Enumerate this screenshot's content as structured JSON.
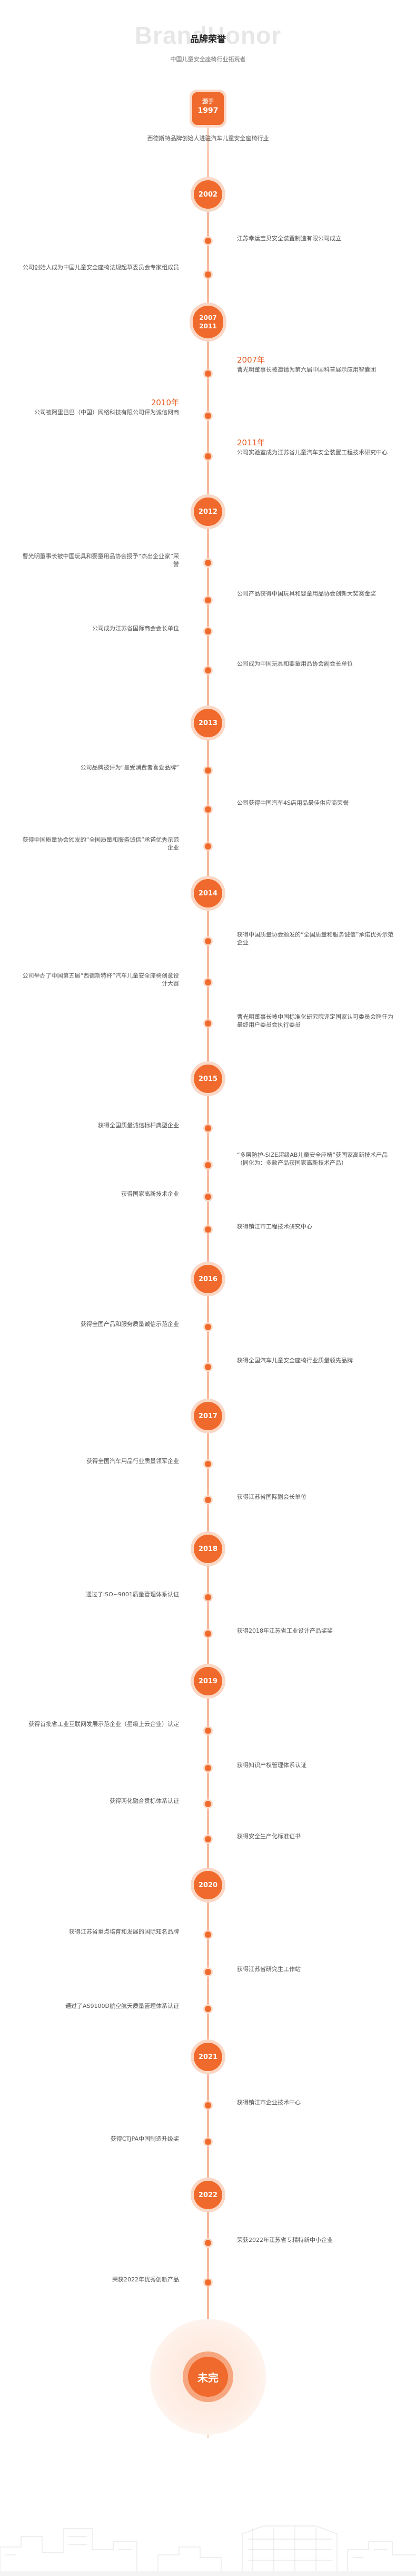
{
  "header": {
    "watermark": "BrandHonor",
    "title": "品牌荣誉",
    "subtitle": "中国儿童安全座椅行业拓荒者"
  },
  "origin": {
    "line1": "源于",
    "line2": "1997",
    "intro": "西德斯特品牌创始人进驻汽车儿童安全座椅行业"
  },
  "years": [
    "2002",
    "2007",
    "2011",
    "2012",
    "2013",
    "2014",
    "2015",
    "2016",
    "2017",
    "2018",
    "2019",
    "2020",
    "2021",
    "2022"
  ],
  "events": {
    "e2002_r1": "江苏幸运宝贝安全装置制造有限公司成立",
    "e2002_l1": "公司创始人成为中国儿童安全座椅法规起草委员会专家组成员",
    "e2007_r_year": "2007年",
    "e2007_r": "曹光明董事长被邀请为第六届中国科普展示应用智囊团",
    "e2010_l_year": "2010年",
    "e2010_l": "公司被阿里巴巴（中国）网络科技有限公司评为诚信网商",
    "e2011_r_year": "2011年",
    "e2011_r": "公司实验室成为江苏省儿童汽车安全装置工程技术研究中心",
    "e2012_l1": "曹光明董事长被中国玩具和婴童用品协会授予“杰出企业家”荣誉",
    "e2012_r1": "公司产品获得中国玩具和婴童用品协会创新大奖赛金奖",
    "e2012_l2": "公司成为江苏省国际商会会长单位",
    "e2012_r2": "公司成为中国玩具和婴童用品协会副会长单位",
    "e2013_l1": "公司品牌被评为“最受消费者喜爱品牌”",
    "e2013_r1": "公司获得中国汽车4S店用品最佳供应商荣誉",
    "e2013_l2": "获得中国质量协会颁发的“全国质量和服务诚信”承诺优秀示范企业",
    "e2014_r1": "获得中国质量协会颁发的“全国质量和服务诚信”承诺优秀示范企业",
    "e2014_l1": "公司举办了中国第五届“西德斯特杯”汽车儿童安全座椅创意设计大赛",
    "e2014_r2": "曹光明董事长被中国标准化研究院评定国家认可委员会聘任为最终用户委员会执行委员",
    "e2015_l1": "获得全国质量诚信标杆典型企业",
    "e2015_r1": "“多层防护-SIZE超级AB儿童安全座椅”获国家高新技术产品（同化为：多款产品获国家高新技术产品）",
    "e2015_l2": "获得国家高新技术企业",
    "e2015_r2": "获得镇江市工程技术研究中心",
    "e2016_l1": "获得全国产品和服务质量诚信示范企业",
    "e2016_r1": "获得全国汽车儿童安全座椅行业质量领先品牌",
    "e2017_l1": "获得全国汽车用品行业质量领军企业",
    "e2017_r1": "获得江苏省国际副会长单位",
    "e2018_l1": "通过了ISO~9001质量管理体系认证",
    "e2018_r1": "获得2018年江苏省工业设计产品奖奖",
    "e2019_l1": "获得首批省工业互联网发展示范企业（星级上云企业）认定",
    "e2019_r1": "获得知识产权管理体系认证",
    "e2019_l2": "获得两化融合贯标体系认证",
    "e2019_r2": "获得安全生产化标准证书",
    "e2020_l1": "获得江苏省重点培育和发展的国际知名品牌",
    "e2020_r1": "获得江苏省研究生工作站",
    "e2020_l2": "通过了AS9100D航空航天质量管理体系认证",
    "e2021_r1": "获得镇江市企业技术中心",
    "e2021_l1": "获得CTJPA中国制造升级奖",
    "e2022_r1": "荣获2022年江苏省专精特新中小企业",
    "e2022_l1": "荣获2022年优秀创新产品"
  },
  "ending": {
    "label": "未完"
  },
  "colors": {
    "accent": "#ef6a2c",
    "accent_light": "#fbd8c5",
    "text": "#555555"
  }
}
